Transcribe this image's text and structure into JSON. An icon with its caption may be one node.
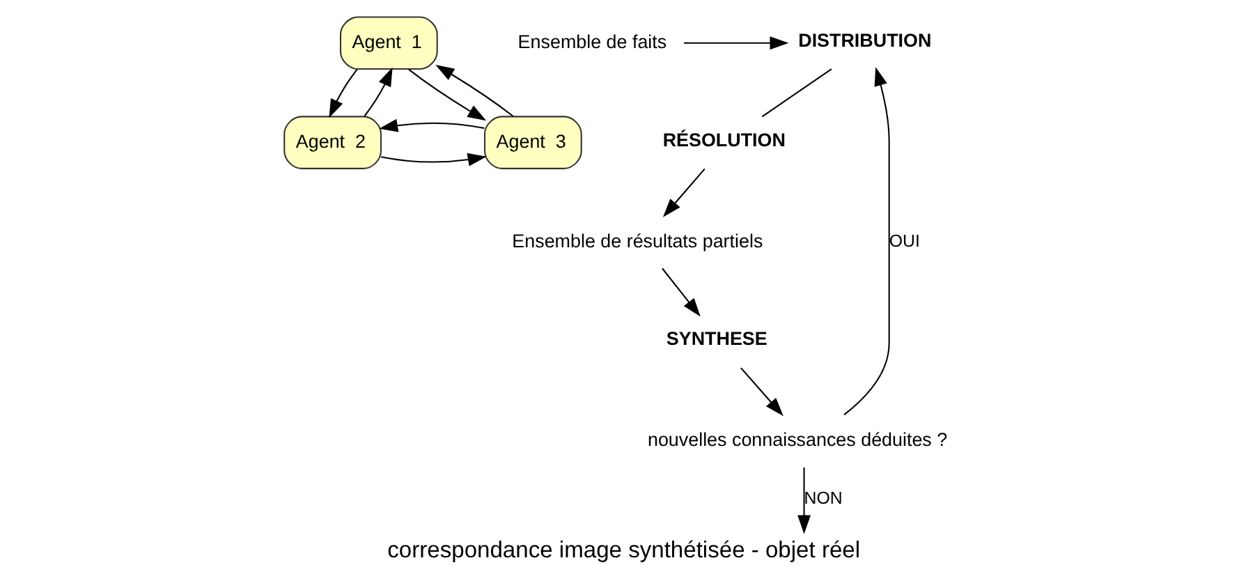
{
  "diagram": {
    "caption": "correspondance image synthétisée - objet réel",
    "nodes": [
      {
        "text": [
          "Agent  1"
        ]
      },
      {
        "text": [
          "Agent  2"
        ]
      },
      {
        "text": [
          "Agent  3"
        ]
      },
      {
        "text": [
          "DISTRIBUTION"
        ]
      },
      {
        "text": [
          "RÉSOLUTION"
        ]
      },
      {
        "text": [
          "SYNTHESE"
        ]
      },
      {
        "text": [
          "Ensemble de faits"
        ]
      },
      {
        "text": [
          "Ensemble de résultats partiels"
        ]
      },
      {
        "text": [
          "nouvelles connaissances déduites ?"
        ]
      }
    ],
    "edges": [
      {
        "from": 0,
        "to": 1,
        "arrow": "to"
      },
      {
        "from": 1,
        "to": 0,
        "arrow": "to"
      },
      {
        "from": 0,
        "to": 2,
        "arrow": "to"
      },
      {
        "from": 2,
        "to": 0,
        "arrow": "to"
      },
      {
        "from": 1,
        "to": 2,
        "arrow": "to"
      },
      {
        "from": 2,
        "to": 1,
        "arrow": "to"
      },
      {
        "from": 6,
        "to": 3,
        "arrow": "to"
      },
      {
        "from": 3,
        "to": 4,
        "arrow": "none"
      },
      {
        "from": 4,
        "to": 7,
        "arrow": "to"
      },
      {
        "from": 7,
        "to": 5,
        "arrow": "to"
      },
      {
        "from": 5,
        "to": 8,
        "arrow": "to"
      },
      {
        "from": 8,
        "to": 3,
        "arrow": "to",
        "label": "OUI"
      },
      {
        "from": 8,
        "to": null,
        "arrow": "to",
        "label": "NON"
      }
    ]
  }
}
